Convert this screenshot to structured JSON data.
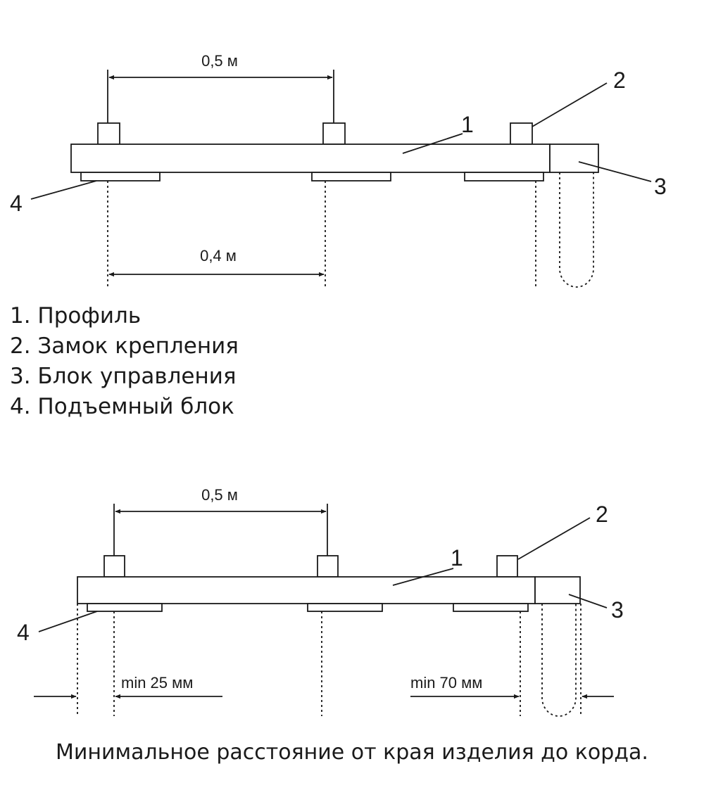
{
  "diagram_top": {
    "dimension_top": "0,5 м",
    "dimension_bottom": "0,4 м",
    "callouts": [
      "1",
      "2",
      "3",
      "4"
    ]
  },
  "legend": {
    "items": [
      "1. Профиль",
      "2. Замок крепления",
      "3. Блок управления",
      "4. Подъемный блок"
    ]
  },
  "diagram_bottom": {
    "dimension_top": "0,5 м",
    "dimension_left": "min 25 мм",
    "dimension_right": "min 70 мм",
    "callouts": [
      "1",
      "2",
      "3",
      "4"
    ]
  },
  "caption": "Минимальное расстояние от края изделия до корда."
}
